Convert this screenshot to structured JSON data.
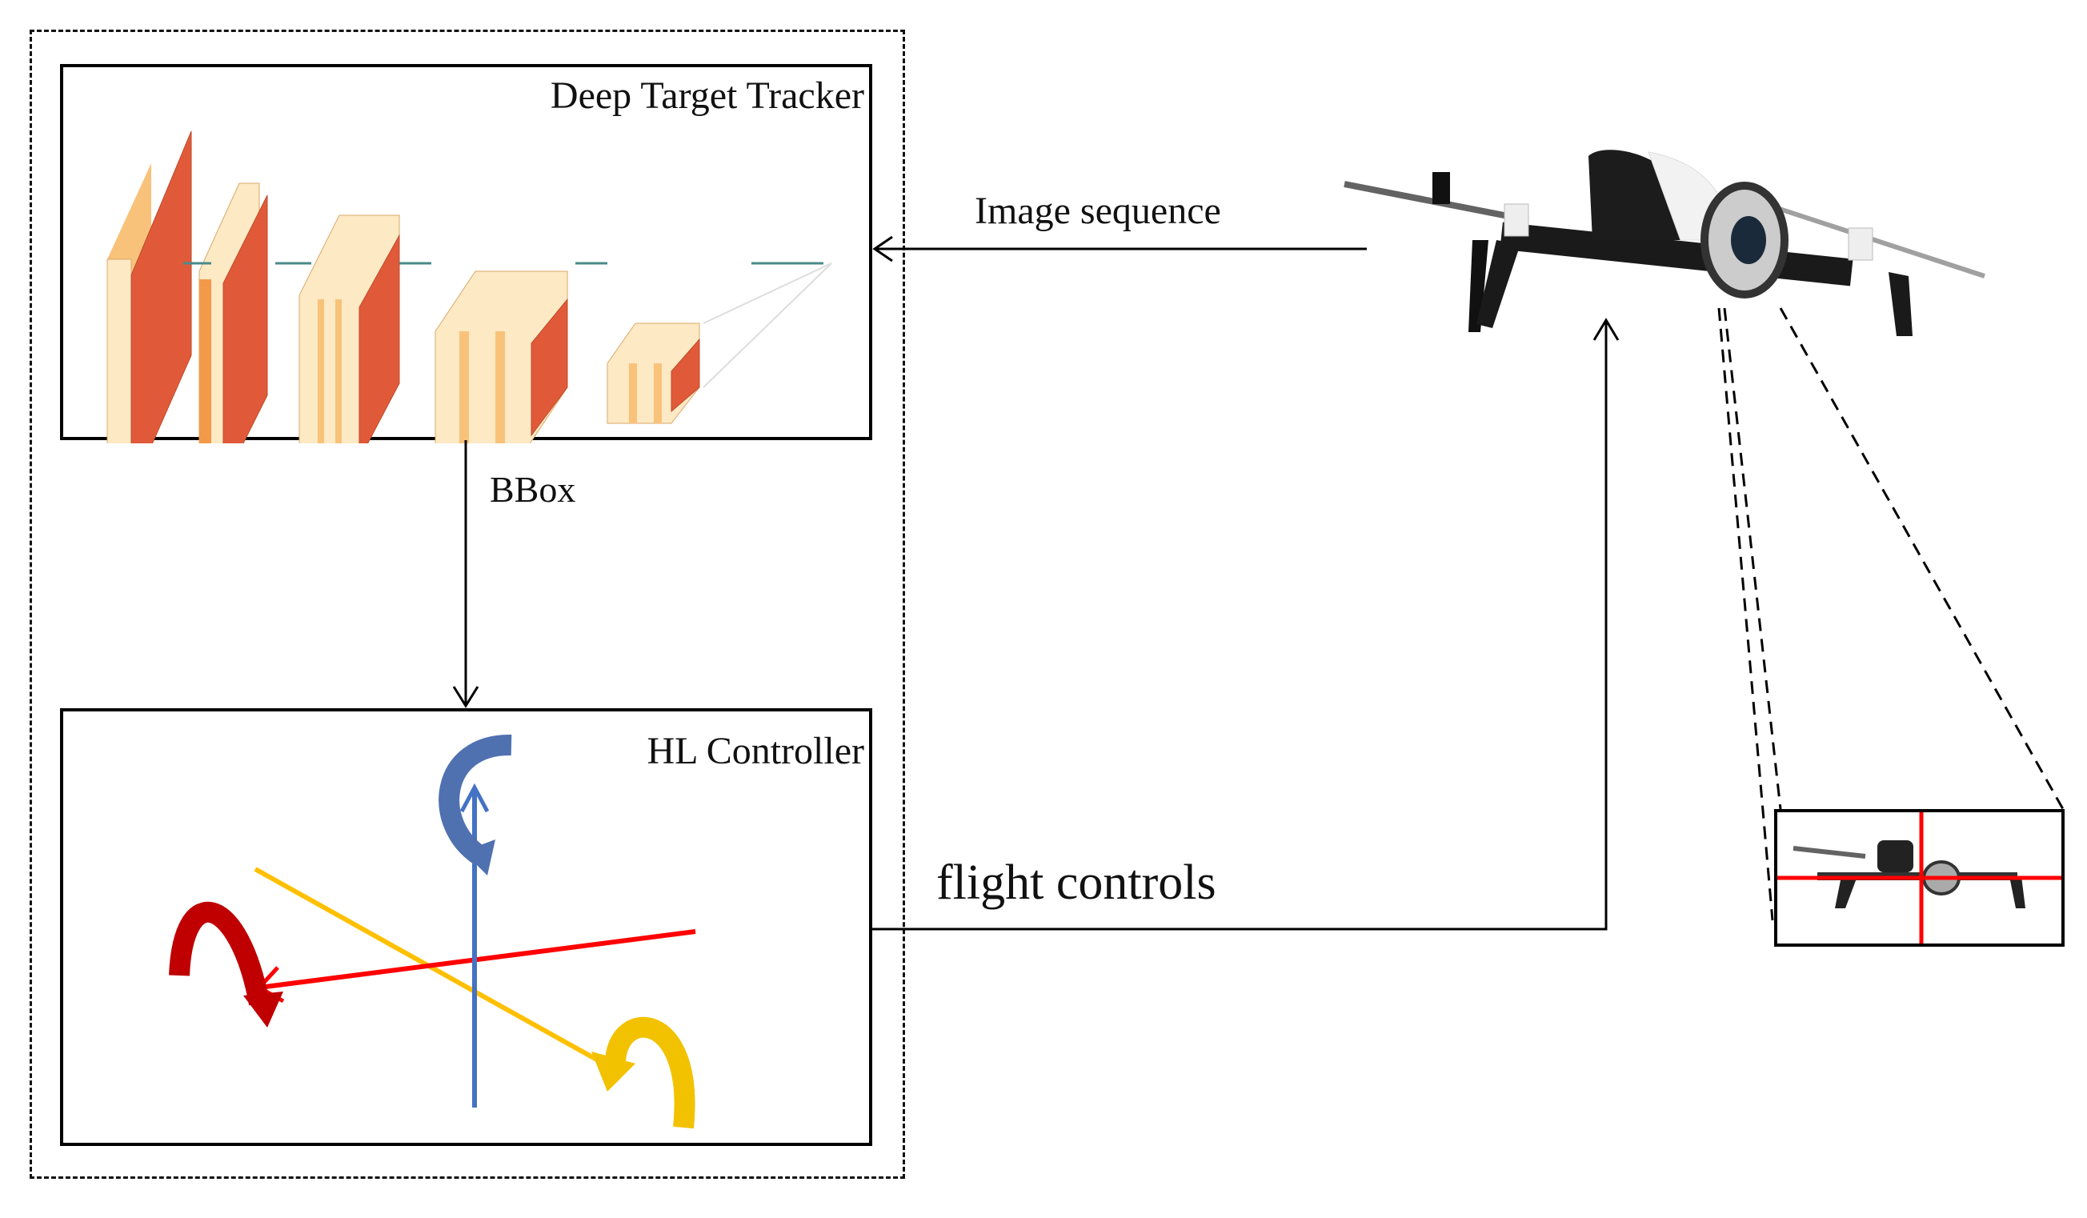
{
  "diagram": {
    "modules": {
      "tracker": {
        "title": "Deep Target Tracker",
        "layers": 5
      },
      "controller": {
        "title": "HL Controller"
      }
    },
    "edges": [
      {
        "from": "drone",
        "to": "tracker",
        "label": "Image sequence"
      },
      {
        "from": "tracker",
        "to": "controller",
        "label": "BBox"
      },
      {
        "from": "controller",
        "to": "drone",
        "label": "flight controls"
      }
    ],
    "axes": {
      "yaw_color": "#4472C4",
      "roll_color": "#FF0000",
      "pitch_color": "#FFC000"
    },
    "colors": {
      "layer_face": "#E05A3A",
      "layer_light": "#FDE9C4",
      "layer_mid": "#F9C27A",
      "crosshair": "#FF0000"
    }
  }
}
